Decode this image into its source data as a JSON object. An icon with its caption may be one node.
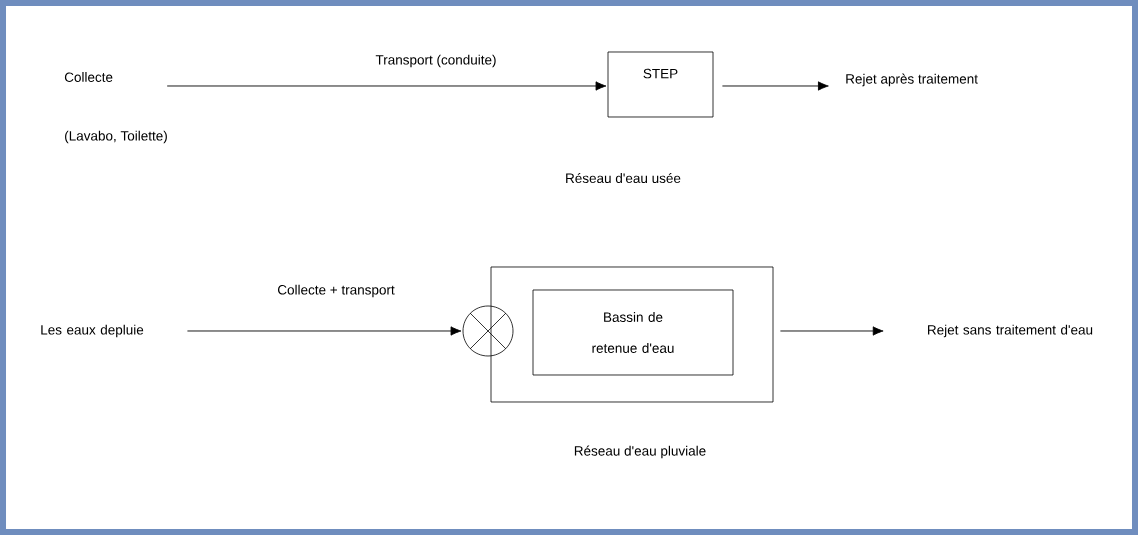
{
  "diagram": {
    "nodes": [
      {
        "text": [
          "Collecte"
        ],
        "beside": [
          "(Lavabo, Toilette)"
        ]
      },
      {
        "text": [
          "STEP"
        ]
      },
      {
        "text": [
          "Rejet après traitement"
        ]
      },
      {
        "text": [
          "Les eaux depluie"
        ]
      },
      {
        "text": [],
        "shape": "box"
      },
      {
        "text": [],
        "shape": "circle"
      },
      {
        "text": [
          "Bassin de retenue d'eau"
        ],
        "in": 4
      },
      {
        "text": [
          "Rejet sans traitement d'eau"
        ]
      }
    ],
    "edges": [
      {
        "from": 0,
        "to": 1,
        "arrow": "to",
        "label": "Transport (conduite)"
      },
      {
        "from": 1,
        "to": 2,
        "arrow": "to"
      },
      {
        "from": 3,
        "to": 5,
        "arrow": "to",
        "label": "Collecte + transport"
      },
      {
        "from": 4,
        "to": 7,
        "arrow": "to"
      }
    ],
    "labels": [
      "Réseau d'eau usée",
      "Réseau d'eau pluviale"
    ]
  }
}
